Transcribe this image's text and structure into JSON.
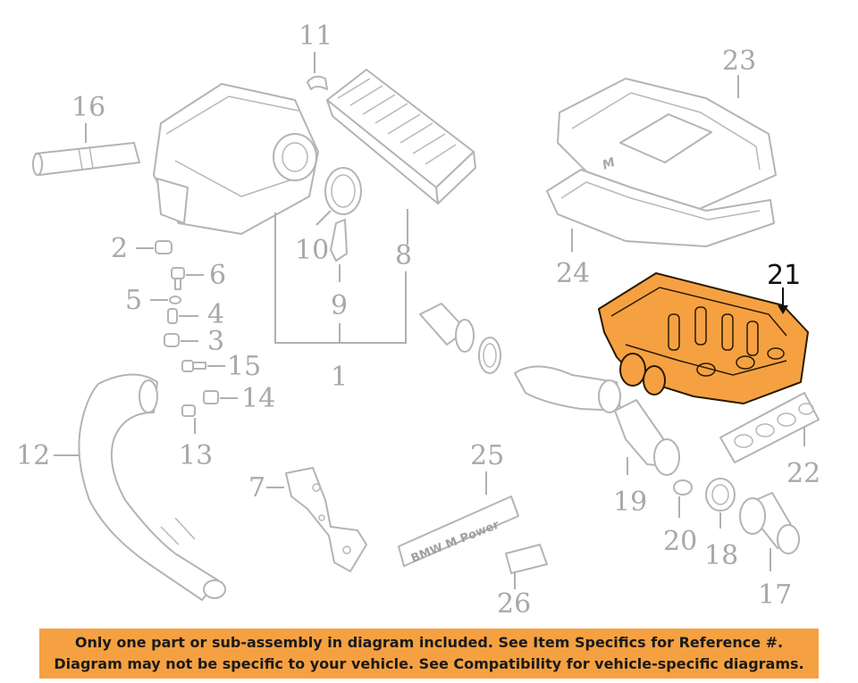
{
  "diagram": {
    "highlight_color": "#f5a142",
    "callouts": {
      "c1": "1",
      "c2": "2",
      "c3": "3",
      "c4": "4",
      "c5": "5",
      "c6": "6",
      "c7": "7",
      "c8": "8",
      "c9": "9",
      "c10": "10",
      "c11": "11",
      "c12": "12",
      "c13": "13",
      "c14": "14",
      "c15": "15",
      "c16": "16",
      "c17": "17",
      "c18": "18",
      "c19": "19",
      "c20": "20",
      "c21": "21",
      "c22": "22",
      "c23": "23",
      "c24": "24",
      "c25": "25",
      "c26": "26"
    },
    "emblem_text": "BMW M Power",
    "cover_logo": "M"
  },
  "banner": {
    "line1": "Only one part or sub-assembly in diagram included. See Item Specifics for Reference #.",
    "line2": "Diagram may not be specific to your vehicle. See Compatibility for vehicle-specific diagrams."
  }
}
